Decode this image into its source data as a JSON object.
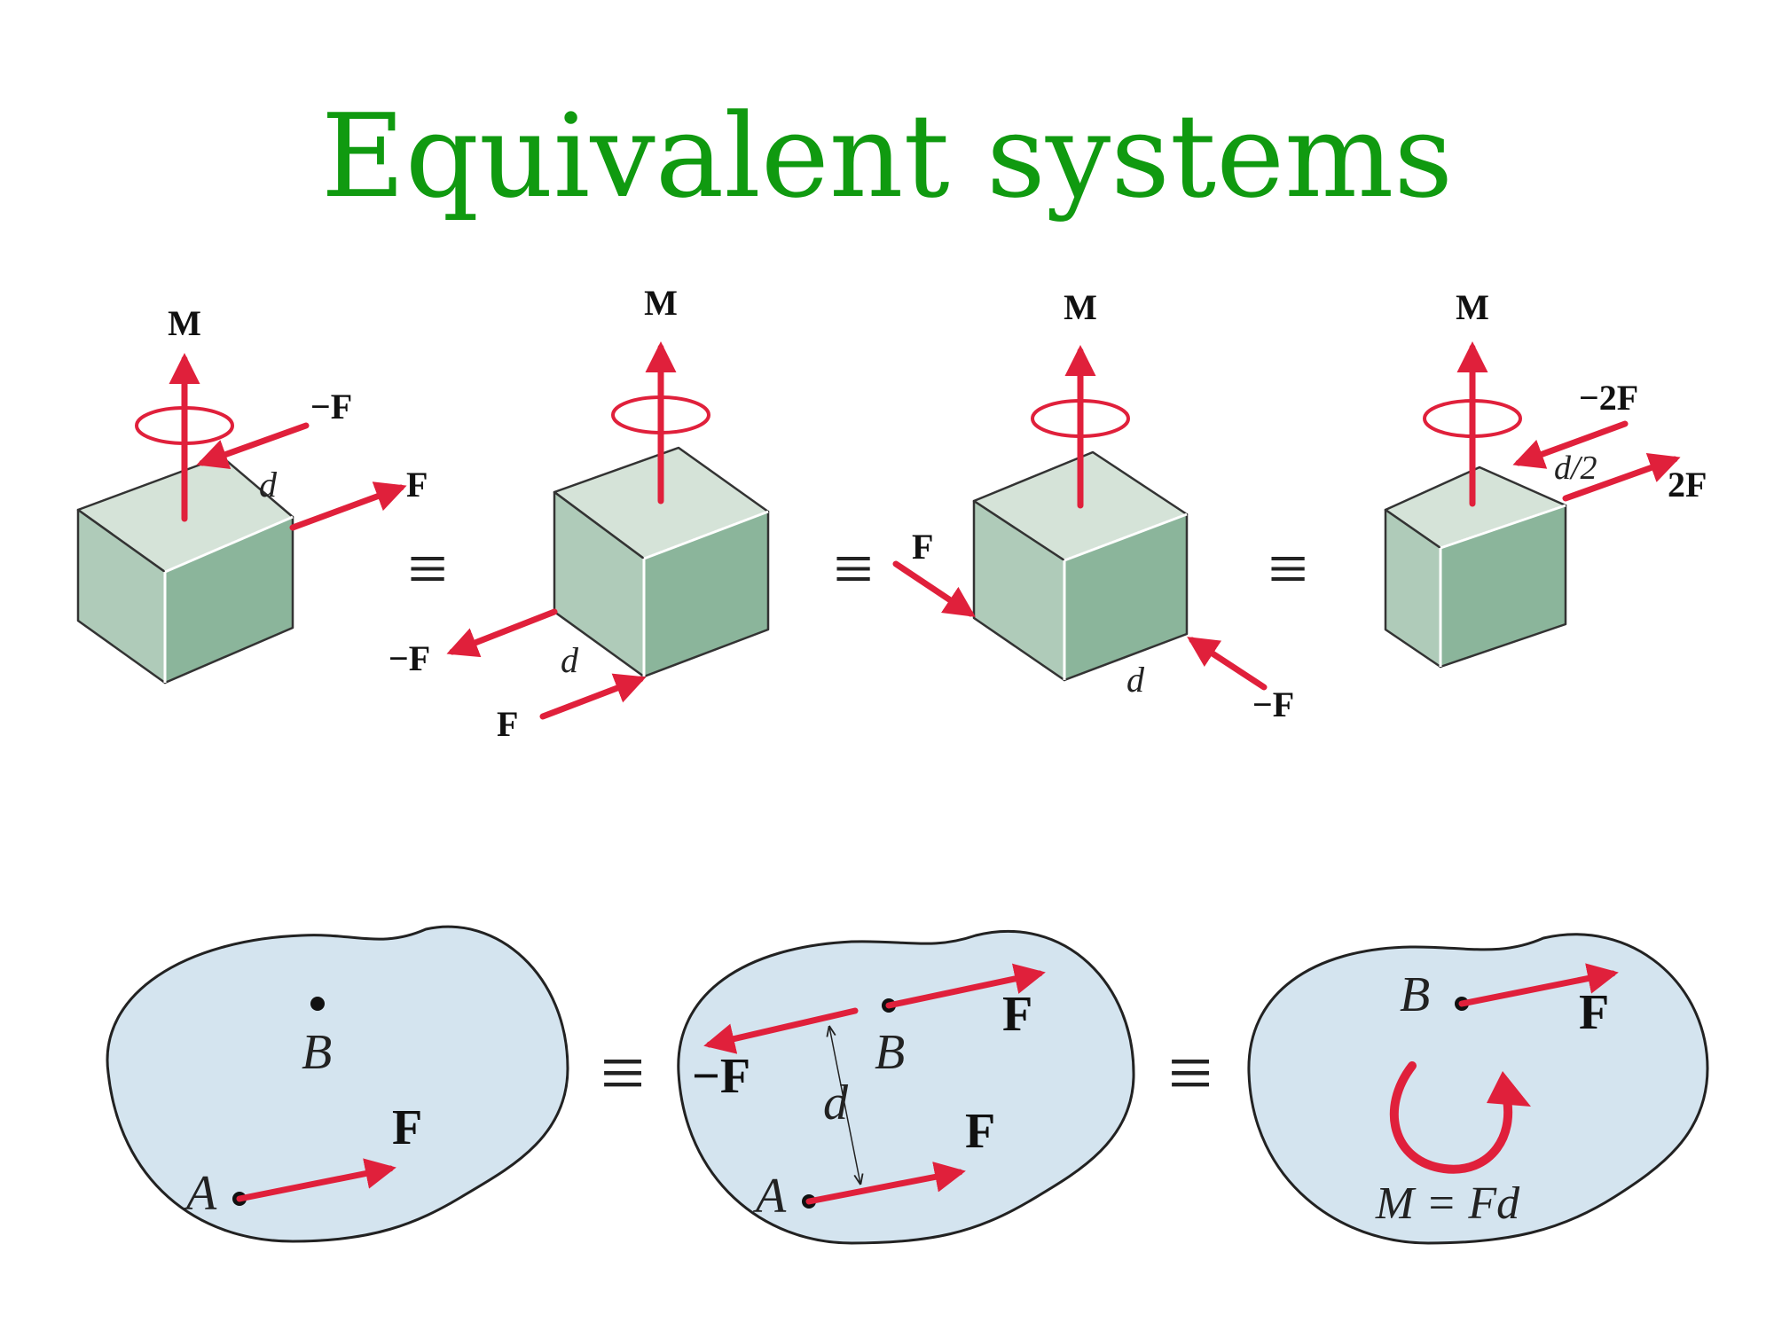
{
  "title": "Equivalent systems",
  "colors": {
    "title": "#109a10",
    "force": "#e0203b",
    "cube_top": "#d5e3d8",
    "cube_left": "#afcbb9",
    "cube_right": "#8bb59b",
    "body_fill": "#d4e4ef"
  },
  "equiv_symbol": "≡",
  "cubes": [
    {
      "moment": "M",
      "force_a": "−F",
      "force_b": "F",
      "distance": "d"
    },
    {
      "moment": "M",
      "force_a": "−F",
      "force_b": "F",
      "distance": "d"
    },
    {
      "moment": "M",
      "force_a": "F",
      "force_b": "−F",
      "distance": "d"
    },
    {
      "moment": "M",
      "force_a": "−2F",
      "force_b": "2F",
      "distance": "d/2"
    }
  ],
  "bodies": [
    {
      "point_a": "A",
      "point_b": "B",
      "force": "F"
    },
    {
      "point_a": "A",
      "point_b": "B",
      "force_a": "F",
      "force_b": "F",
      "force_neg": "−F",
      "distance": "d"
    },
    {
      "point_b": "B",
      "force": "F",
      "equation": "M = Fd"
    }
  ]
}
